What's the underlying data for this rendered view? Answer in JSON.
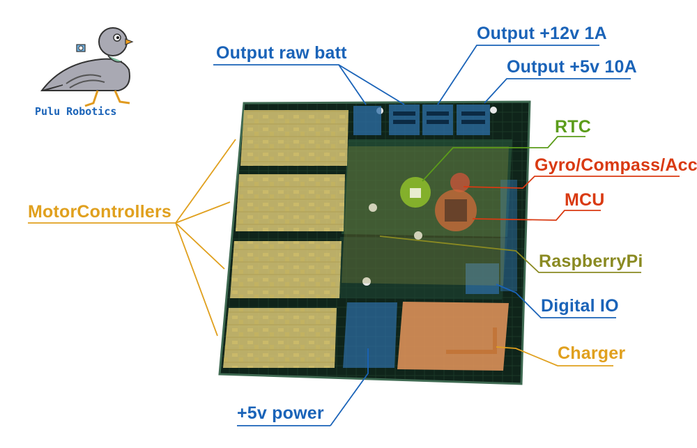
{
  "logo": {
    "text": "Pulu Robotics",
    "icon": "pigeon-mascot-icon",
    "color": "#1a63b8"
  },
  "labels": {
    "output_raw_batt": "Output raw batt",
    "output_12v": "Output +12v 1A",
    "output_5v": "Output +5v 10A",
    "rtc": "RTC",
    "gyro": "Gyro/Compass/Acc",
    "mcu": "MCU",
    "raspberry": "RaspberryPi",
    "digital_io": "Digital IO",
    "charger": "Charger",
    "power_5v": "+5v power",
    "motor_controllers": "MotorControllers"
  },
  "colors": {
    "blue": "#1a63b8",
    "green": "#5b9c1a",
    "red": "#d93a12",
    "olive": "#8a8a22",
    "orange": "#e0a01e",
    "pcb": "#132a1f"
  }
}
